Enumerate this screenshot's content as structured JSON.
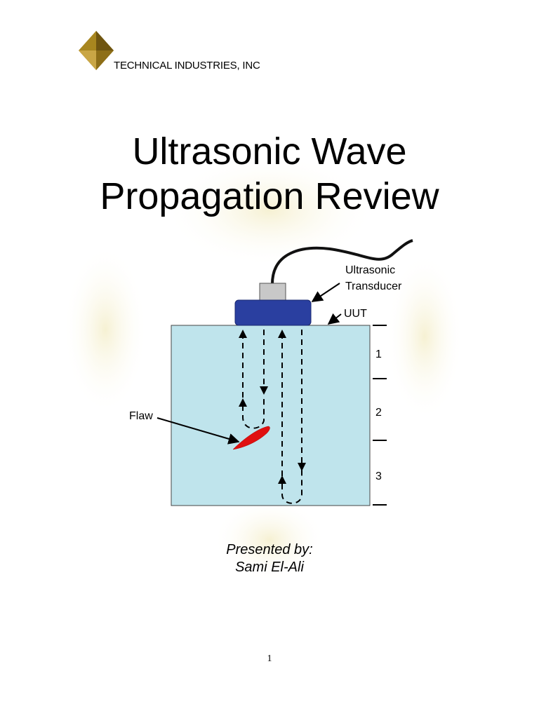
{
  "header": {
    "company_name": "TECHNICAL INDUSTRIES, INC",
    "logo_icon": "gold-diamond-icon",
    "logo_color": "#8a6d1a"
  },
  "title": {
    "line1": "Ultrasonic Wave",
    "line2": "Propagation Review"
  },
  "diagram": {
    "labels": {
      "transducer_line1": "Ultrasonic",
      "transducer_line2": "Transducer",
      "uut": "UUT",
      "flaw": "Flaw",
      "marker_1": "1",
      "marker_2": "2",
      "marker_3": "3"
    },
    "colors": {
      "block_fill": "#bfe4ec",
      "transducer_fill": "#2a3fa0",
      "flaw_fill": "#e01010"
    }
  },
  "presenter": {
    "line1": "Presented by:",
    "line2": "Sami El-Ali"
  },
  "footer": {
    "page_number": "1"
  }
}
